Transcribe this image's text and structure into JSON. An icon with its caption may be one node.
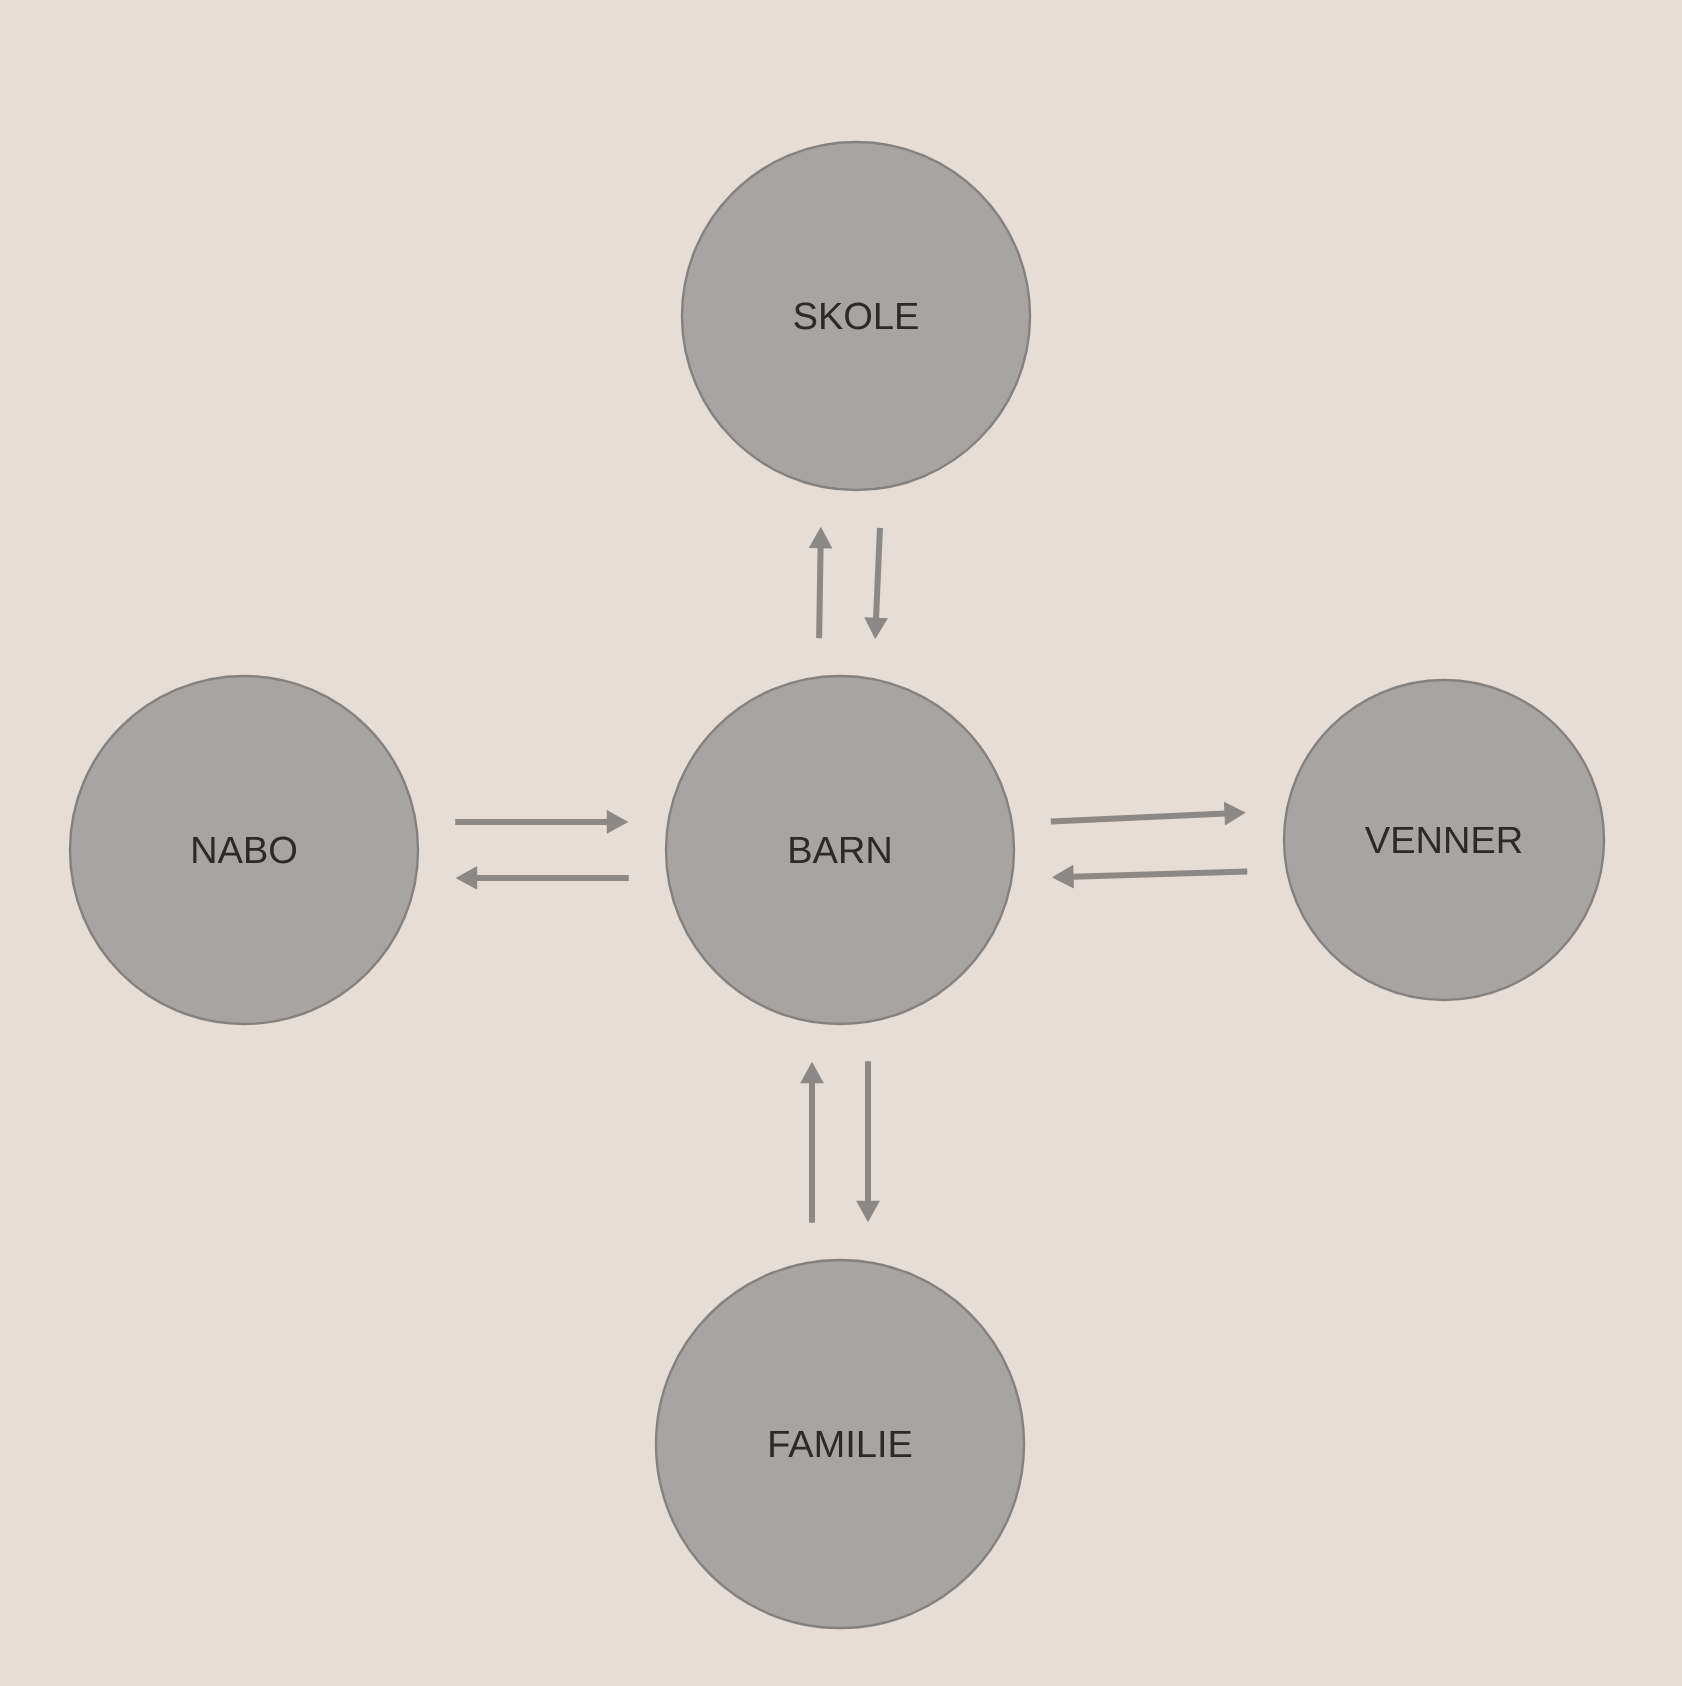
{
  "diagram": {
    "nodes": [
      {
        "text": [
          "SKOLE"
        ]
      },
      {
        "text": [
          "NABO"
        ]
      },
      {
        "text": [
          "BARN"
        ]
      },
      {
        "text": [
          "VENNER"
        ]
      },
      {
        "text": [
          "FAMILIE"
        ]
      }
    ],
    "edges": [
      {
        "from": 2,
        "to": 0,
        "arrow": "to"
      },
      {
        "from": 0,
        "to": 2,
        "arrow": "to"
      },
      {
        "from": 1,
        "to": 2,
        "arrow": "to"
      },
      {
        "from": 2,
        "to": 1,
        "arrow": "to"
      },
      {
        "from": 2,
        "to": 3,
        "arrow": "to"
      },
      {
        "from": 3,
        "to": 2,
        "arrow": "to"
      },
      {
        "from": 4,
        "to": 2,
        "arrow": "to"
      },
      {
        "from": 2,
        "to": 4,
        "arrow": "to"
      }
    ]
  }
}
